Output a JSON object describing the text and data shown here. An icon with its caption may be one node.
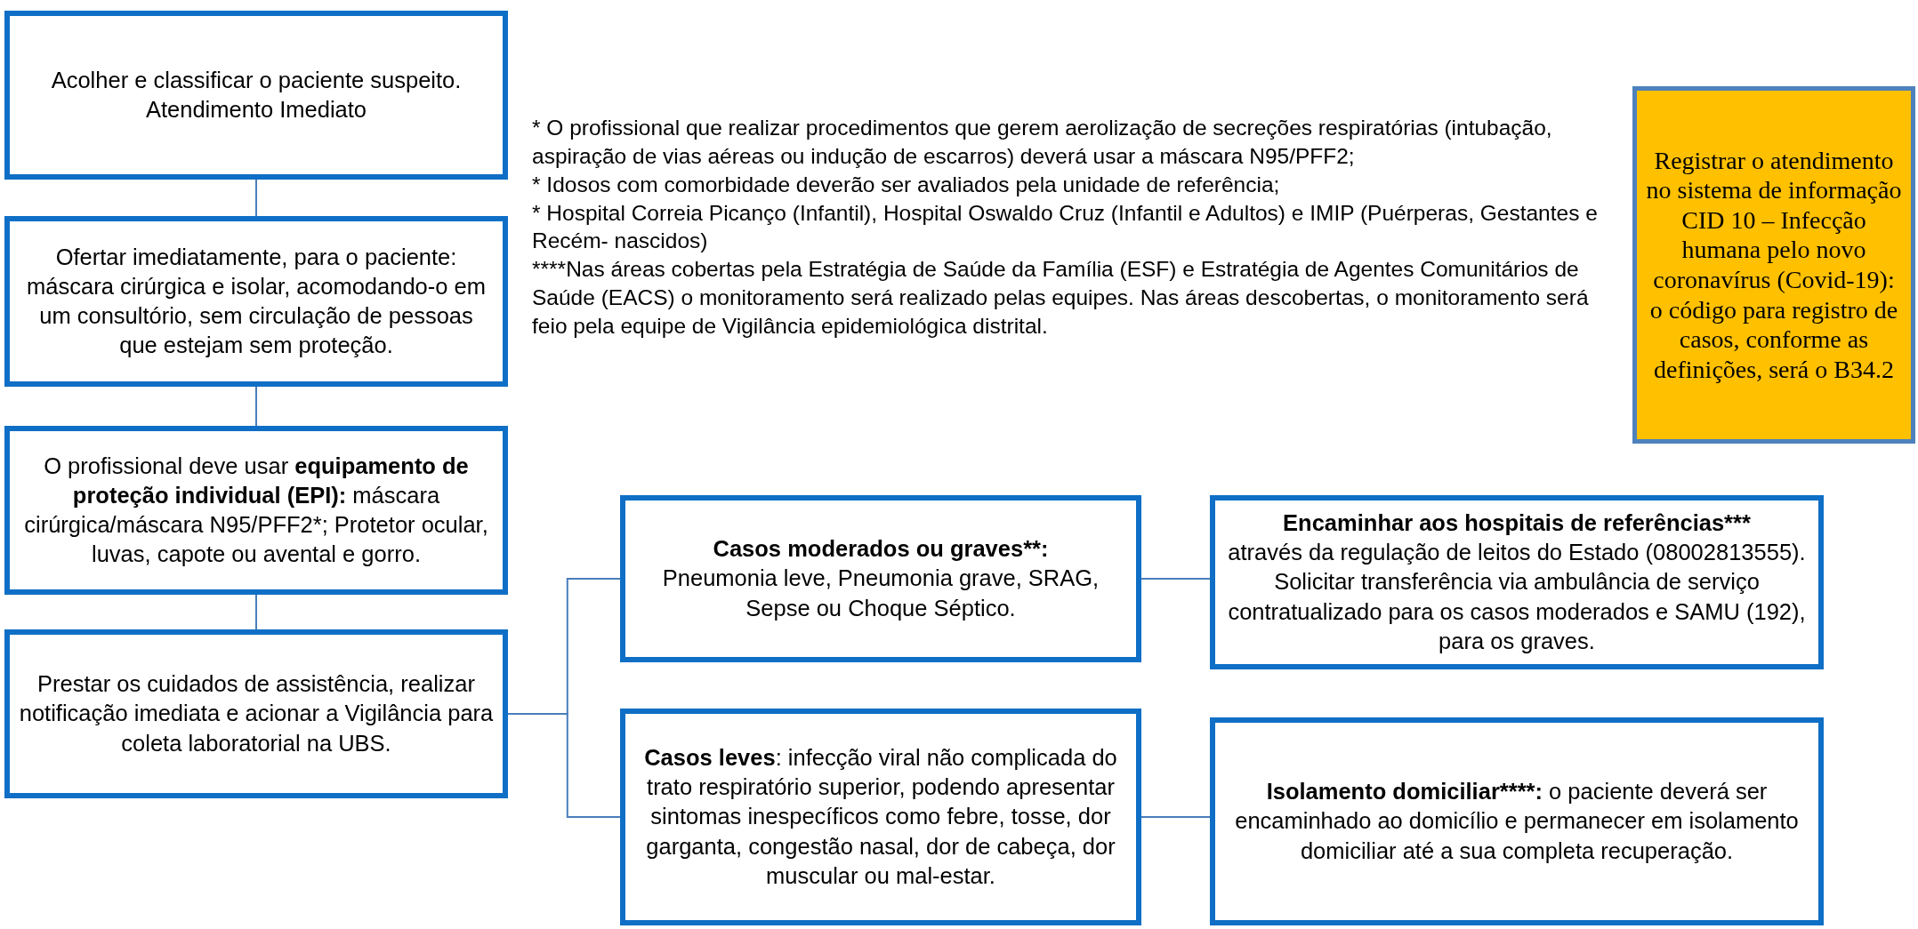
{
  "diagram": {
    "nodes": [
      {
        "text": [
          "Acolher e classificar o paciente suspeito. Atendimento Imediato"
        ]
      },
      {
        "text": [
          "Ofertar imediatamente, para o paciente: máscara cirúrgica e isolar, acomodando-o em um consultório, sem circulação de pessoas que estejam sem proteção."
        ]
      },
      {
        "text": [
          "O profissional deve usar **equipamento de proteção individual (EPI):** máscara cirúrgica/máscara N95/PFF2*; Protetor ocular, luvas, capote ou avental e gorro."
        ]
      },
      {
        "text": [
          "Prestar os cuidados de assistência, realizar notificação imediata e acionar a Vigilância para coleta laboratorial na UBS."
        ]
      },
      {
        "text": [
          "Casos moderados ou graves**:",
          "Pneumonia leve, Pneumonia grave, SRAG, Sepse ou Choque Séptico."
        ]
      },
      {
        "text": [
          "**Casos leves**: infecção viral não complicada do trato respiratório superior, podendo apresentar sintomas inespecíficos como febre, tosse, dor garganta, congestão nasal, dor de cabeça, dor muscular ou mal-estar."
        ]
      },
      {
        "text": [
          "Encaminhar aos hospitais de referências***",
          "através da regulação de leitos do Estado (08002813555). Solicitar transferência via ambulância de serviço contratualizado para os casos moderados e SAMU (192), para os graves."
        ]
      },
      {
        "text": [
          "Isolamento domiciliar****:",
          "o paciente deverá ser encaminhado ao domicílio e permanecer em isolamento domiciliar até a sua completa recuperação."
        ]
      },
      {
        "text": [
          "Registrar o atendimento no sistema de informação CID 10 – Infecção humana pelo novo coronavírus (Covid-19): o código para registro de casos, conforme as definições, será o B34.2"
        ]
      }
    ],
    "edges": [
      {
        "from": 0,
        "to": 1,
        "arrow": "none"
      },
      {
        "from": 1,
        "to": 2,
        "arrow": "none"
      },
      {
        "from": 2,
        "to": 3,
        "arrow": "none"
      },
      {
        "from": 3,
        "to": 4,
        "arrow": "none"
      },
      {
        "from": 3,
        "to": 5,
        "arrow": "none"
      },
      {
        "from": 4,
        "to": 6,
        "arrow": "none"
      },
      {
        "from": 5,
        "to": 7,
        "arrow": "none"
      }
    ],
    "labels": [
      "* O profissional que realizar procedimentos que gerem aerolização de secreções respiratórias (intubação, aspiração de vias aéreas ou indução de escarros) deverá usar a máscara N95/PFF2;",
      "*  Idosos com comorbidade deverão ser avaliados pela unidade de referência;",
      "*   Hospital Correia Picanço (Infantil), Hospital Oswaldo Cruz (Infantil e Adultos) e IMIP (Puérperas, Gestantes e Recém- nascidos)",
      "****Nas áreas cobertas pela Estratégia de Saúde da Família (ESF) e Estratégia de Agentes Comunitários de Saúde (EACS) o monitoramento será realizado pelas equipes. Nas áreas descobertas, o monitoramento será feio pela equipe de Vigilância epidemiológica distrital."
    ]
  }
}
